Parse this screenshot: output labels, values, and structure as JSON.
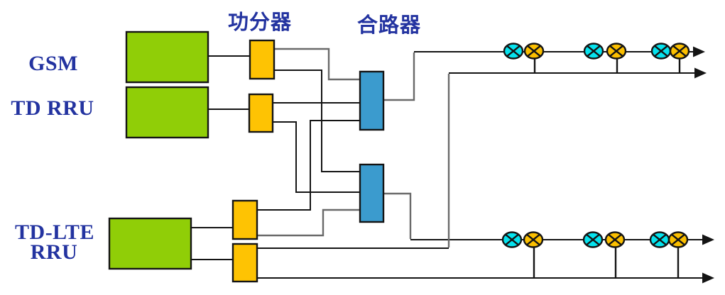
{
  "labels": {
    "gsm": "GSM",
    "td_rru": "TD RRU",
    "td_lte_line1": "TD-LTE",
    "td_lte_line2": "RRU",
    "splitter": "功分器",
    "combiner": "合路器"
  },
  "colors": {
    "background": "#FFFFFF",
    "equipment_green": "#90CE07",
    "splitter_yellow": "#FEC303",
    "combiner_blue": "#3B9BCE",
    "antenna_cyan": "#06E3EE",
    "antenna_orange": "#FBBF00",
    "label_blue": "#2333A0",
    "wire_black": "#141414",
    "wire_gray": "#6A6A6A"
  },
  "antenna_runs": {
    "top_run_pairs": 3,
    "bottom_run_pairs": 3
  }
}
